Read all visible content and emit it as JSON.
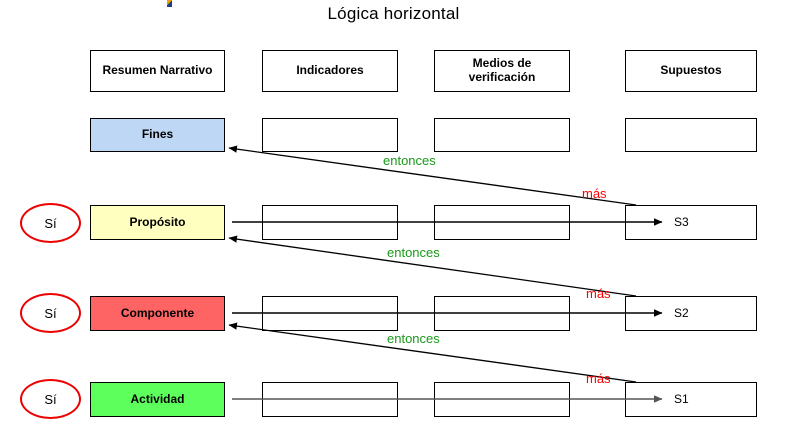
{
  "diagram": {
    "title": "Lógica horizontal",
    "columns": [
      {
        "label": "Resumen Narrativo"
      },
      {
        "label": "Indicadores"
      },
      {
        "label": "Medios de\nverificación"
      },
      {
        "label": "Supuestos"
      }
    ],
    "column_headers": {
      "c0": "Resumen Narrativo",
      "c1": "Indicadores",
      "c2_line1": "Medios de",
      "c2_line2": "verificación",
      "c3": "Supuestos"
    },
    "rows": [
      {
        "key": "fines",
        "label": "Fines",
        "color": "#BDD7F5",
        "has_si": false,
        "si_label": "",
        "supuesto": "",
        "mas_label": "",
        "entonces_label": ""
      },
      {
        "key": "proposito",
        "label": "Propósito",
        "color": "#FFFFBF",
        "has_si": true,
        "si_label": "Sí",
        "supuesto": "S3",
        "mas_label": "más",
        "entonces_label": "entonces"
      },
      {
        "key": "componente",
        "label": "Componente",
        "color": "#FF6464",
        "has_si": true,
        "si_label": "Sí",
        "supuesto": "S2",
        "mas_label": "más",
        "entonces_label": "entonces"
      },
      {
        "key": "actividad",
        "label": "Actividad",
        "color": "#5DFF5D",
        "has_si": true,
        "si_label": "Sí",
        "supuesto": "S1",
        "mas_label": "más",
        "entonces_label": "entonces"
      }
    ],
    "connector_labels": {
      "entonces_1": "entonces",
      "entonces_2": "entonces",
      "entonces_3": "entonces",
      "mas_1": "más",
      "mas_2": "más",
      "mas_3": "más"
    },
    "colors": {
      "fines": "#BDD7F5",
      "proposito": "#FFFFBF",
      "componente": "#FF6464",
      "actividad": "#5DFF5D",
      "si_circle_border": "#EE0000",
      "entonces_text": "#1A9A1A",
      "mas_text": "#FF0000",
      "line": "#000000",
      "activity_line": "#555555"
    }
  }
}
